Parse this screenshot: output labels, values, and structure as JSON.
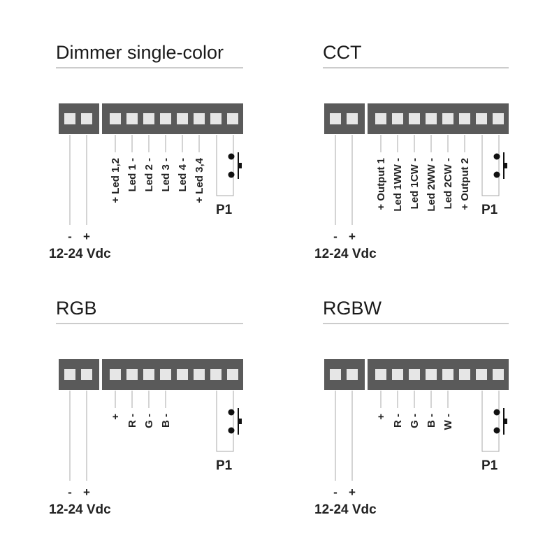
{
  "diagrams": [
    {
      "title": "Dimmer single-color",
      "terminals": [
        "+ Led 1,2",
        "Led 1 -",
        "Led 2 -",
        "Led 3 -",
        "Led 4 -",
        "+ Led 3,4"
      ],
      "button_label": "P1",
      "power": {
        "minus": "-",
        "plus": "+",
        "voltage": "12-24 Vdc"
      }
    },
    {
      "title": "CCT",
      "terminals": [
        "+ Output 1",
        "Led 1WW -",
        "Led 1CW -",
        "Led 2WW -",
        "Led 2CW -",
        "+ Output 2"
      ],
      "button_label": "P1",
      "power": {
        "minus": "-",
        "plus": "+",
        "voltage": "12-24 Vdc"
      }
    },
    {
      "title": "RGB",
      "terminals": [
        "+",
        "R -",
        "G -",
        "B -"
      ],
      "button_label": "P1",
      "power": {
        "minus": "-",
        "plus": "+",
        "voltage": "12-24 Vdc"
      }
    },
    {
      "title": "RGBW",
      "terminals": [
        "+",
        "R -",
        "G -",
        "B -",
        "W -"
      ],
      "button_label": "P1",
      "power": {
        "minus": "-",
        "plus": "+",
        "voltage": "12-24 Vdc"
      }
    }
  ],
  "colors": {
    "connector_body": "#5a5a5a",
    "connector_slot": "#e6e6e6",
    "wire": "#a8a8a8",
    "text": "#222222"
  }
}
